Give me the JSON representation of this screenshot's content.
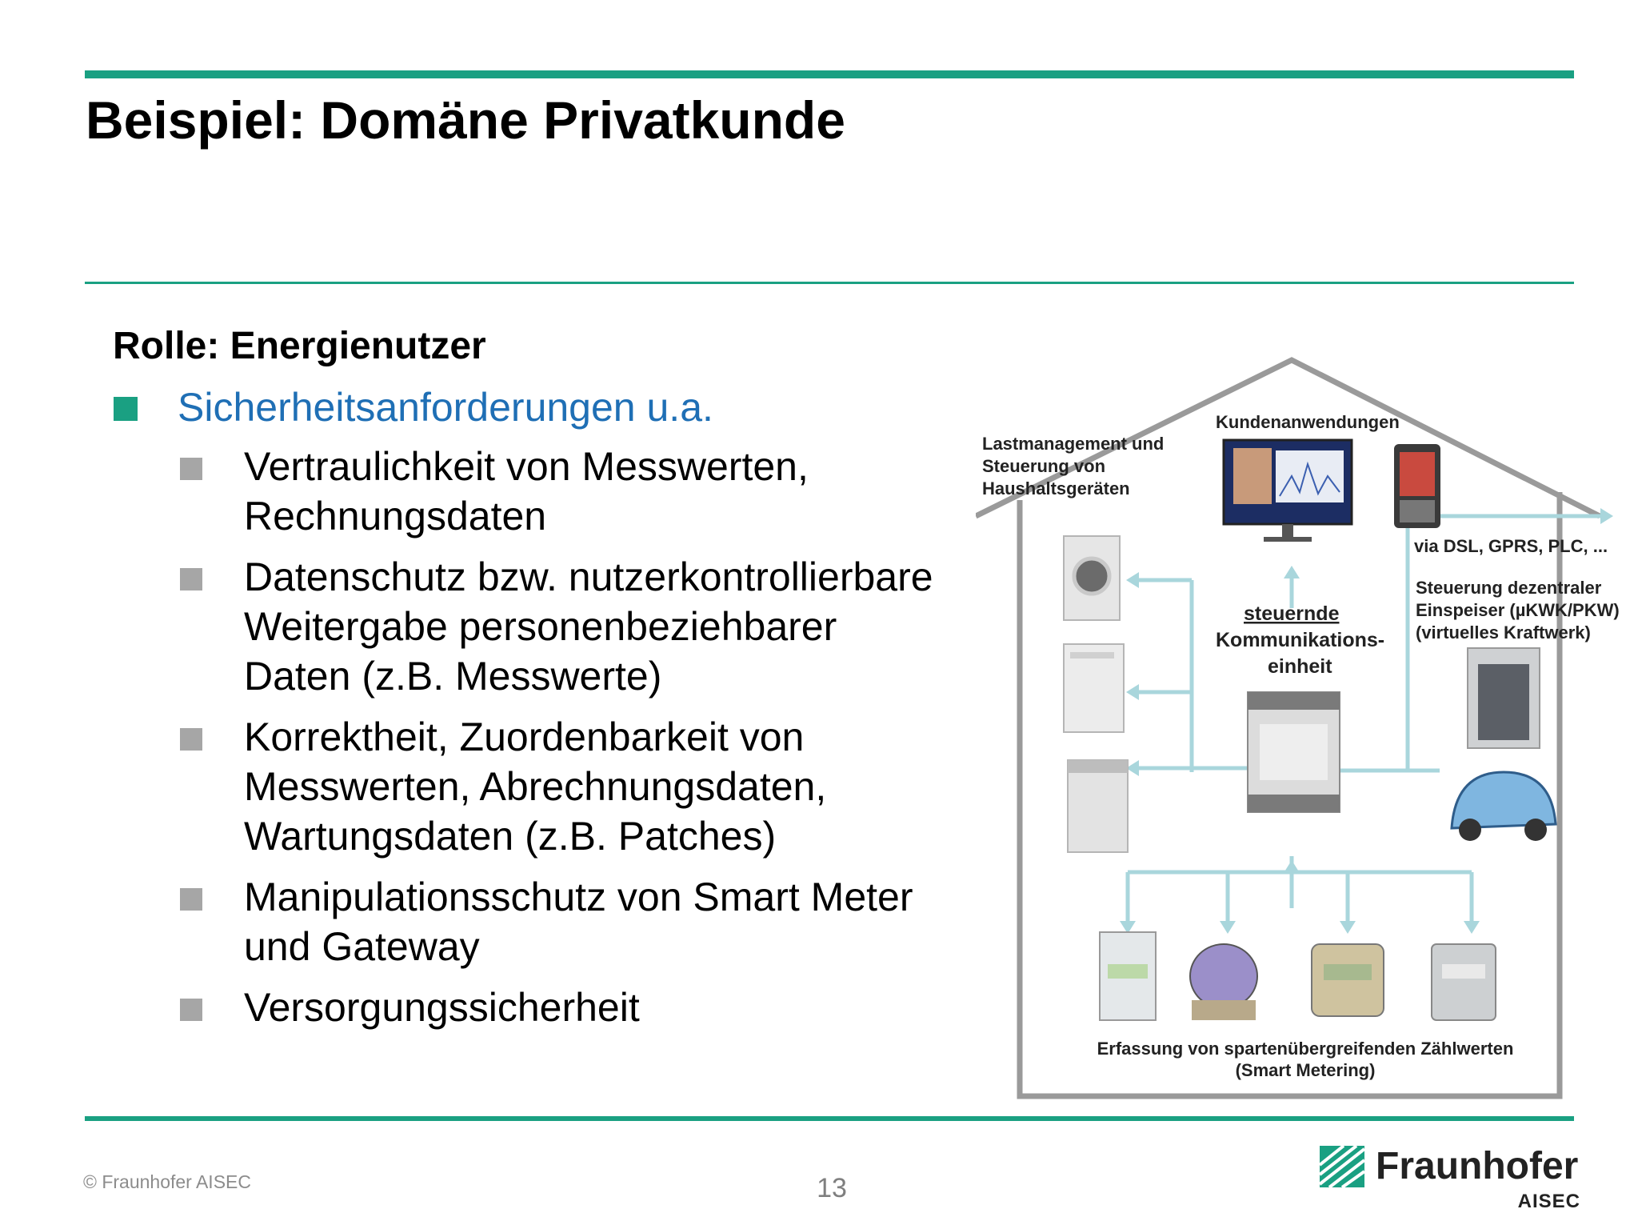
{
  "title": "Beispiel: Domäne Privatkunde",
  "role_heading": "Rolle: Energienutzer",
  "level1": {
    "text": "Sicherheitsanforderungen u.a.",
    "bullet_color": "#1aa082",
    "text_color": "#1f6fb5"
  },
  "items": [
    {
      "text": "Vertraulichkeit von Messwerten,\nRechnungsdaten"
    },
    {
      "text": "Datenschutz bzw. nutzerkontrollierbare\nWeitergabe personenbeziehbarer\nDaten (z.B. Messwerte)"
    },
    {
      "text": "Korrektheit, Zuordenbarkeit von\nMesswerten, Abrechnungsdaten,\nWartungsdaten (z.B. Patches)"
    },
    {
      "text": "Manipulationsschutz von Smart Meter\nund Gateway"
    },
    {
      "text": "Versorgungssicherheit"
    }
  ],
  "diagram": {
    "load_mgmt": [
      "Lastmanagement und",
      "Steuerung von",
      "Haushaltsgeräten"
    ],
    "customer_apps": "Kundenanwendungen",
    "connection": "via DSL, GPRS, PLC, ...",
    "control_unit": {
      "underlined": "steuernde",
      "line2": "Kommunikations-",
      "line3": "einheit"
    },
    "decentral": [
      "Steuerung dezentraler",
      "Einspeiser (µKWK/PKW)",
      "(virtuelles Kraftwerk)"
    ],
    "metering": [
      "Erfassung von spartenübergreifenden Zählwerten",
      "(Smart Metering)"
    ]
  },
  "footer": {
    "copyright": "© Fraunhofer AISEC",
    "page_number": "13"
  },
  "logo": {
    "name": "Fraunhofer",
    "sub": "AISEC",
    "color": "#1aa082"
  }
}
